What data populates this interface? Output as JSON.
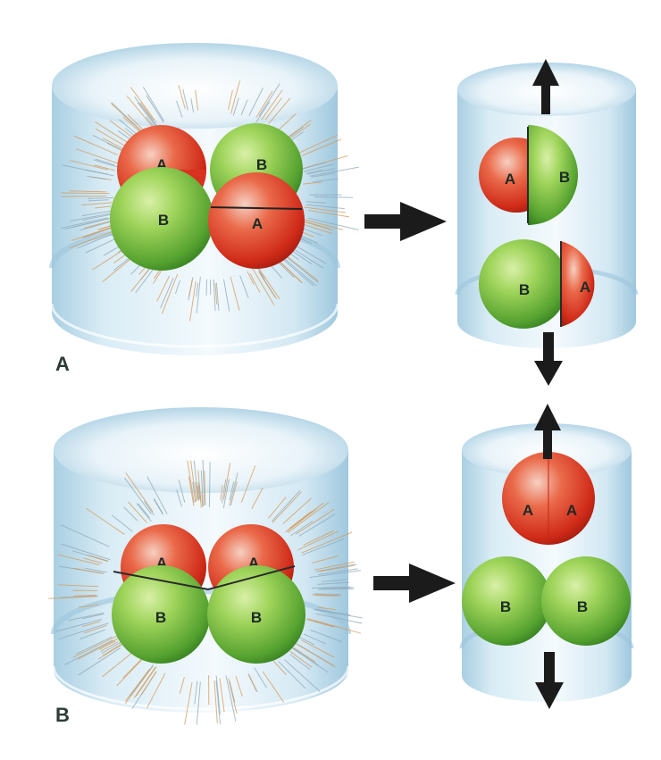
{
  "panels": [
    {
      "label": "A",
      "left_spheres": [
        "A",
        "B",
        "B",
        "A"
      ],
      "right_top_spheres": [
        "A",
        "B"
      ],
      "right_bottom_spheres": [
        "B",
        "A"
      ]
    },
    {
      "label": "B",
      "left_spheres": [
        "A",
        "A",
        "B",
        "B"
      ],
      "right_top_spheres": [
        "A",
        "A"
      ],
      "right_bottom_spheres": [
        "B",
        "B"
      ]
    }
  ],
  "colors": {
    "red": "#d8311f",
    "green": "#7cc242",
    "cylinder": "#cfe6f1",
    "arrow": "#1b1b1b",
    "fibers": "#d49a5a"
  }
}
